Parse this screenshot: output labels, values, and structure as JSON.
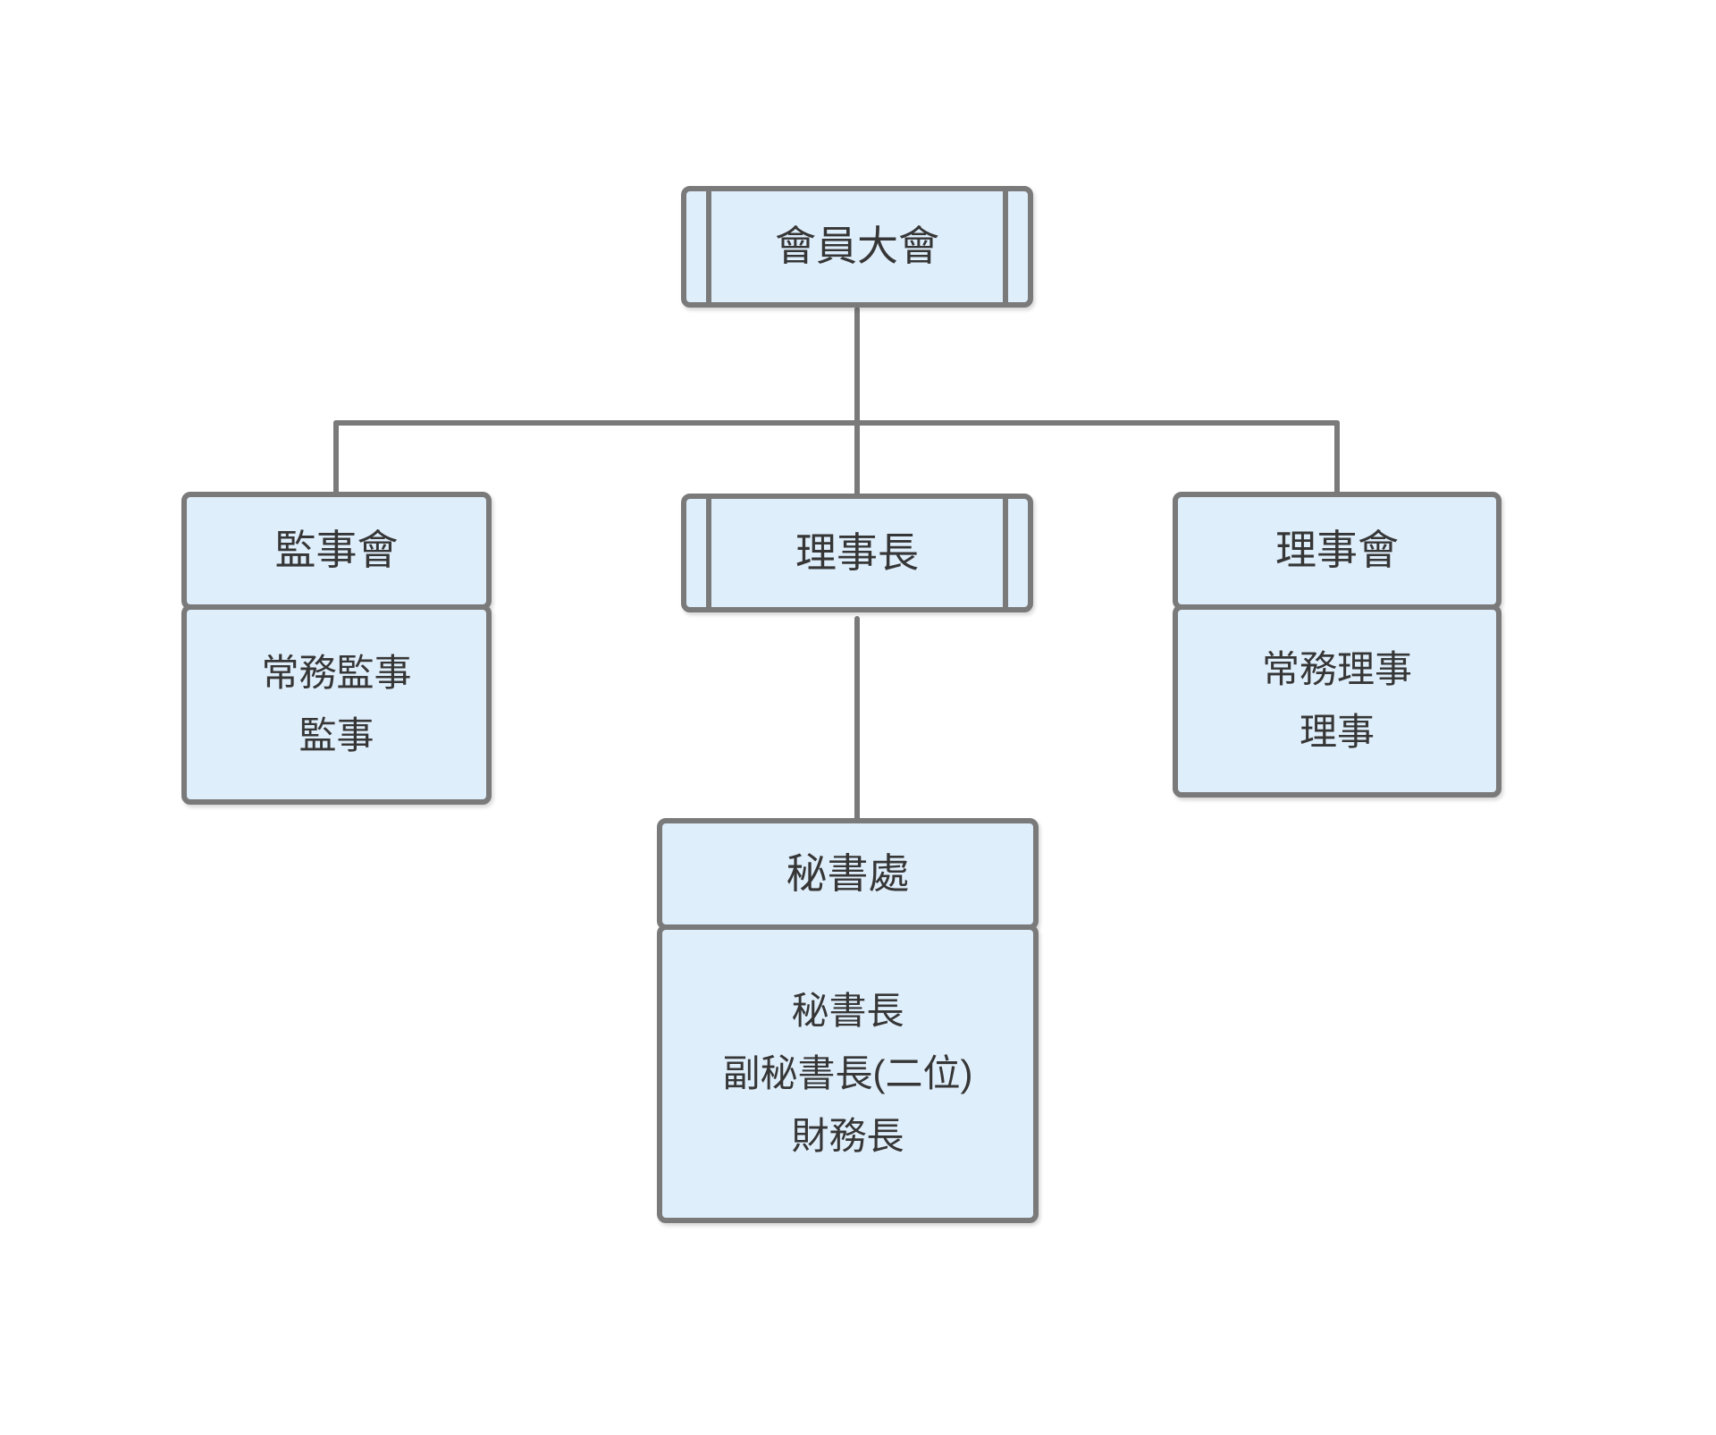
{
  "diagram": {
    "type": "org-chart",
    "colors": {
      "box_fill": "#dfeefb",
      "border": "#7a7a7a",
      "text": "#363636",
      "background": "#ffffff"
    },
    "nodes": {
      "assembly": {
        "label": "會員大會",
        "shape": "subroutine"
      },
      "supervisory": {
        "label": "監事會",
        "shape": "header-body",
        "members": [
          "常務監事",
          "監事"
        ]
      },
      "chairman": {
        "label": "理事長",
        "shape": "subroutine"
      },
      "directors": {
        "label": "理事會",
        "shape": "header-body",
        "members": [
          "常務理事",
          "理事"
        ]
      },
      "secretariat": {
        "label": "秘書處",
        "shape": "header-body",
        "members": [
          "秘書長",
          "副秘書長(二位)",
          "財務長"
        ]
      }
    },
    "edges": [
      {
        "from": "assembly",
        "to": "supervisory"
      },
      {
        "from": "assembly",
        "to": "chairman"
      },
      {
        "from": "assembly",
        "to": "directors"
      },
      {
        "from": "chairman",
        "to": "secretariat"
      }
    ]
  }
}
